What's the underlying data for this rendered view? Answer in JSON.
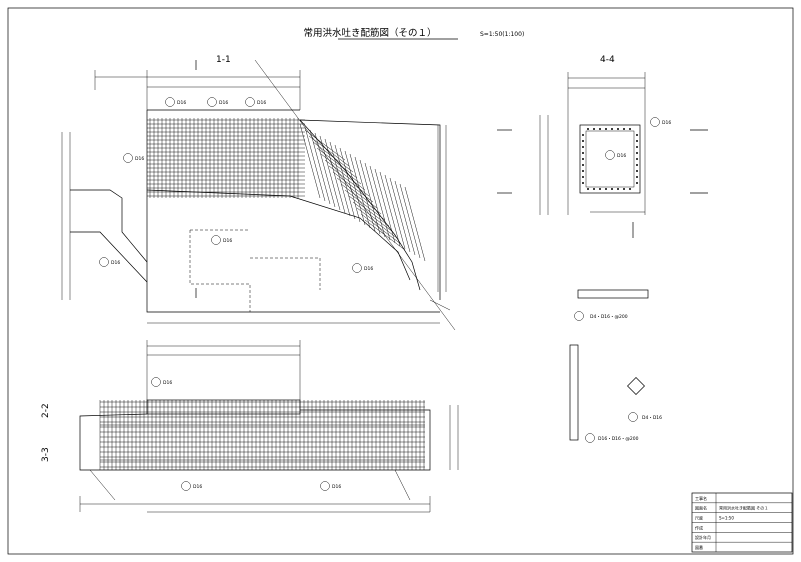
{
  "drawing": {
    "title": "常用洪水吐き配筋図（その１）",
    "scale": "S=1:50(1:100)"
  },
  "sections": {
    "s11": "1-1",
    "s22": "2-2",
    "s33": "3-3",
    "s44": "4-4"
  },
  "bubbles": [
    "D16",
    "D16",
    "D16",
    "D16",
    "D16",
    "D16",
    "D16",
    "D16",
    "D16",
    "D16",
    "D16",
    "D16"
  ],
  "notes": {
    "rebar_a": "D4・D16・@200",
    "rebar_b": "D16・D16・@200",
    "rebar_c": "D4・D16"
  },
  "title_block": {
    "rows": [
      "工事名",
      "図面名",
      "尺度",
      "作成",
      "設計年月",
      "図番"
    ],
    "values": [
      "",
      "常用洪水吐き配筋図 その１",
      "S=1:50",
      "",
      "",
      ""
    ]
  }
}
